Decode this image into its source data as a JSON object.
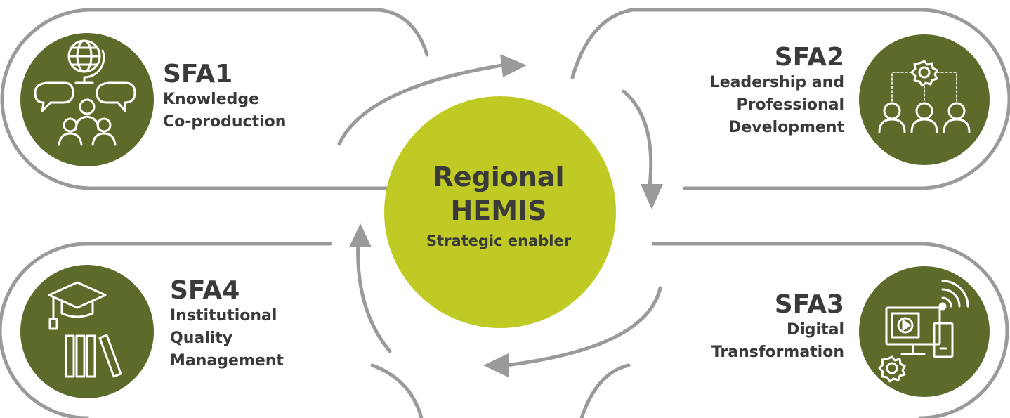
{
  "center": {
    "title_line1": "Regional",
    "title_line2": "HEMIS",
    "subtitle": "Strategic enabler"
  },
  "areas": [
    {
      "code": "SFA1",
      "title_lines": [
        "Knowledge",
        "Co-production"
      ],
      "icon": "globe-discussion-icon"
    },
    {
      "code": "SFA2",
      "title_lines": [
        "Leadership and",
        "Professional",
        "Development"
      ],
      "icon": "team-gear-icon"
    },
    {
      "code": "SFA3",
      "title_lines": [
        "Digital",
        "Transformation"
      ],
      "icon": "digital-devices-icon"
    },
    {
      "code": "SFA4",
      "title_lines": [
        "Institutional",
        "Quality",
        "Management"
      ],
      "icon": "graduation-books-icon"
    }
  ],
  "colors": {
    "icon_circle": "#5c6b2a",
    "center_circle": "#bfca25",
    "outline": "#9a9a9a",
    "arrow": "#9a9a9a",
    "text": "#3a3a3a"
  }
}
